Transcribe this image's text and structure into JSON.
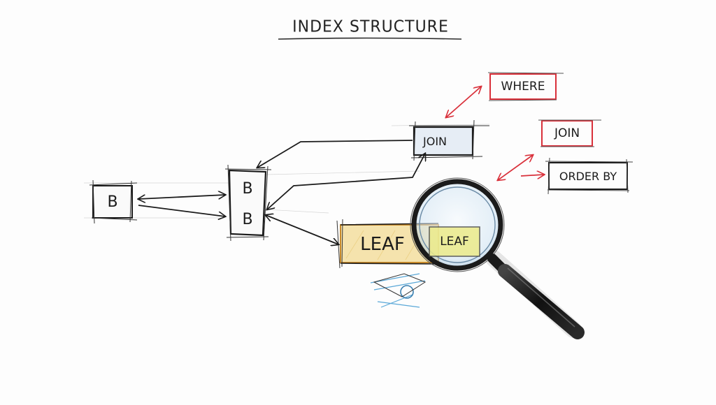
{
  "title": "INDEX STRUCTURE",
  "colors": {
    "background": "#fdfdfd",
    "ink": "#1b1b1b",
    "red_accent": "#d9303a",
    "leaf_fill": "#f3dfa4",
    "leaf_highlight": "#e9ec8a",
    "join_fill": "#e6edf5",
    "blue_sketch": "#5aa8d8"
  },
  "nodes": {
    "b_left": {
      "label": "B"
    },
    "b_stack": {
      "top_label": "B",
      "bottom_label": "B"
    },
    "join_main": {
      "label": "JOIN"
    },
    "leaf_main": {
      "label": "LEAF"
    },
    "leaf_magnified": {
      "label": "LEAF"
    },
    "where": {
      "label": "WHERE"
    },
    "join_side": {
      "label": "JOIN"
    },
    "order_by": {
      "label": "ORDER BY"
    }
  },
  "icons": {
    "magnifier": "magnifying-glass-icon",
    "eye_sketch": "eye-sketch-icon"
  }
}
